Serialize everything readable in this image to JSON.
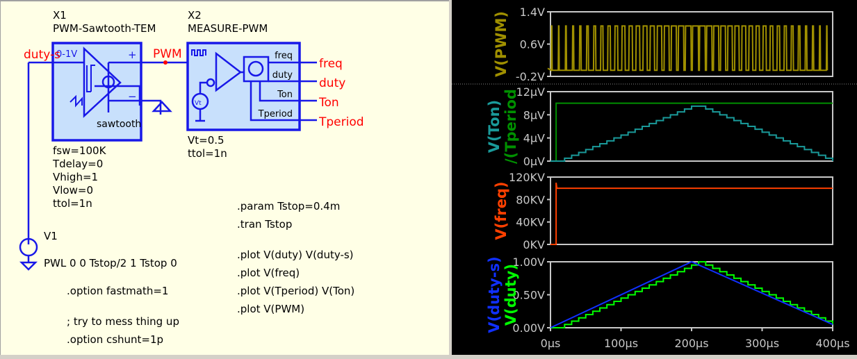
{
  "schematic": {
    "x1": {
      "ref": "X1",
      "name": "PWM-Sawtooth-TEM",
      "range": "0-1V",
      "port": "sawtooth",
      "plus": "+",
      "minus": "−",
      "params": [
        "fsw=100K",
        "Tdelay=0",
        "Vhigh=1",
        "Vlow=0",
        "ttol=1n"
      ]
    },
    "x2": {
      "ref": "X2",
      "name": "MEASURE-PWM",
      "source": "Vt",
      "ports": [
        "freq",
        "duty",
        "Ton",
        "Tperiod"
      ],
      "params": [
        "Vt=0.5",
        "ttol=1n"
      ]
    },
    "nets": {
      "duty_s": "duty-s",
      "pwm": "PWM",
      "freq": "freq",
      "duty": "duty",
      "ton": "Ton",
      "tperiod": "Tperiod"
    },
    "v1": {
      "ref": "V1",
      "value": "PWL 0 0 Tstop/2 1 Tstop 0"
    },
    "directives": [
      ".param Tstop=0.4m",
      ".tran Tstop",
      ".plot V(duty) V(duty-s)",
      ".plot V(freq)",
      ".plot V(Tperiod) V(Ton)",
      ".plot V(PWM)"
    ],
    "options": [
      ".option fastmath=1",
      "; try to mess thing up",
      ".option cshunt=1p"
    ]
  },
  "plots": {
    "xaxis": {
      "ticks": [
        "0µs",
        "100µs",
        "200µs",
        "300µs",
        "400µs"
      ],
      "range": [
        0,
        400
      ]
    },
    "panes": [
      {
        "traces": [
          {
            "label": "V(PWM)",
            "color": "#a09000"
          }
        ],
        "ticks": [
          "1.4V",
          "0.6V",
          "-0.2V"
        ],
        "range": [
          -0.2,
          1.4
        ]
      },
      {
        "traces": [
          {
            "label": "V(Ton)",
            "color": "#1a9a9a"
          },
          {
            "label": "/(Tperiod",
            "color": "#009000"
          }
        ],
        "ticks": [
          "12µV",
          "8µV",
          "4µV",
          "0µV"
        ],
        "range": [
          0,
          12
        ]
      },
      {
        "traces": [
          {
            "label": "V(freq)",
            "color": "#ff4000"
          }
        ],
        "ticks": [
          "120KV",
          "80KV",
          "40KV",
          "0KV"
        ],
        "range": [
          0,
          120
        ]
      },
      {
        "traces": [
          {
            "label": "V(duty-s)",
            "color": "#1030ff"
          },
          {
            "label": "V(duty)",
            "color": "#00ff00"
          }
        ],
        "ticks": [
          "1.00V",
          "0.50V",
          "0.00V"
        ],
        "range": [
          0,
          1
        ]
      }
    ]
  }
}
